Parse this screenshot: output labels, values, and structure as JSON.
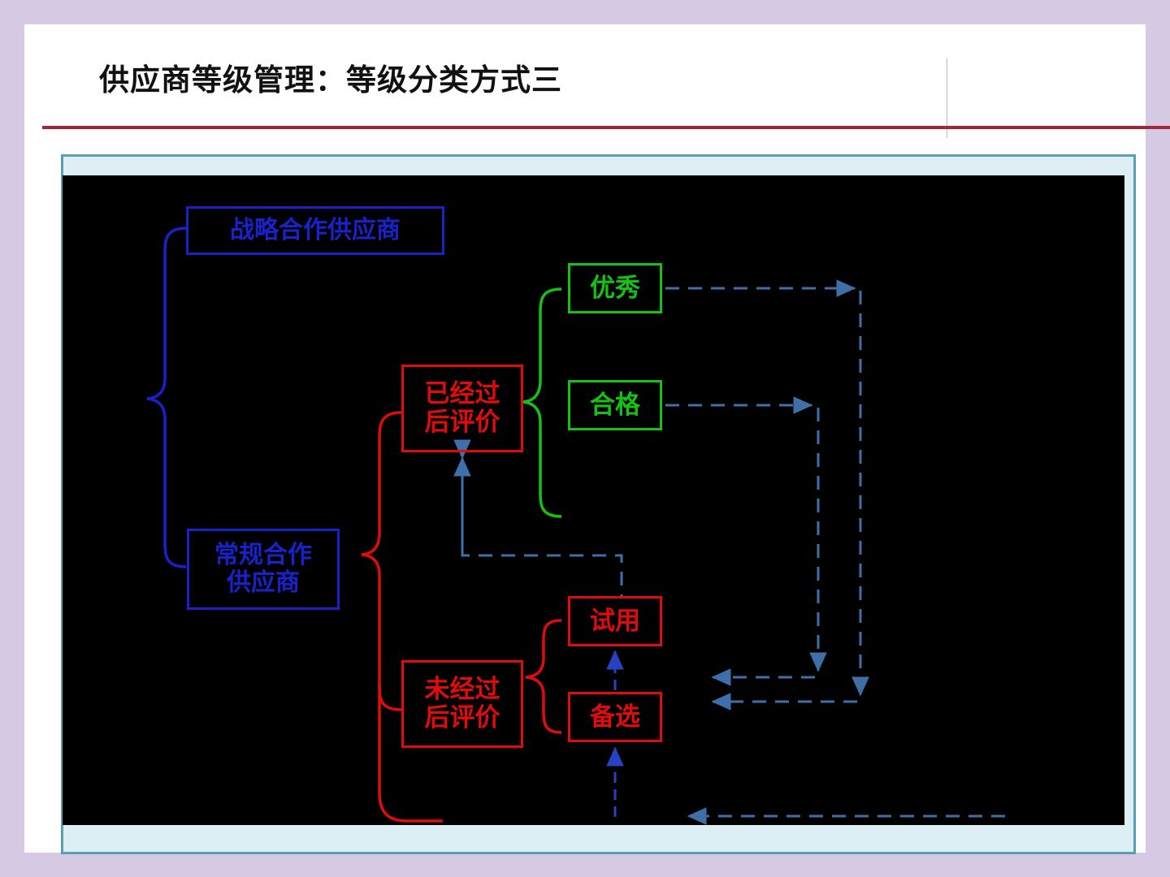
{
  "slide": {
    "title": "供应商等级管理：等级分类方式三",
    "accent_rule_color": "#a32733",
    "outer_border_color": "#d6c9e3",
    "frame_border_color": "#58a0b0",
    "frame_fill_color": "#ddeef4",
    "canvas_background": "#000000"
  },
  "diagram": {
    "colors": {
      "supplier_tier": "#1822c8",
      "evaluation_state": "#e00c0c",
      "positive_grade": "#14c214",
      "flow_arrow": "#3f6fa8",
      "upgrade_arrow": "#2742c0"
    },
    "nodes": [
      {
        "id": "strategic",
        "label": "战略合作供应商",
        "color_role": "supplier_tier"
      },
      {
        "id": "regular",
        "label": "常规合作\n供应商",
        "color_role": "supplier_tier"
      },
      {
        "id": "evaluated",
        "label": "已经过\n后评价",
        "color_role": "evaluation_state"
      },
      {
        "id": "unevaluated",
        "label": "未经过\n后评价",
        "color_role": "evaluation_state"
      },
      {
        "id": "excellent",
        "label": "优秀",
        "color_role": "positive_grade"
      },
      {
        "id": "qualified",
        "label": "合格",
        "color_role": "positive_grade"
      },
      {
        "id": "trial",
        "label": "试用",
        "color_role": "evaluation_state"
      },
      {
        "id": "backup",
        "label": "备选",
        "color_role": "evaluation_state"
      }
    ],
    "brackets": [
      {
        "id": "tier-bracket",
        "color_role": "supplier_tier",
        "groups": [
          "strategic",
          "regular"
        ]
      },
      {
        "id": "evaluation-bracket",
        "color_role": "evaluation_state",
        "groups": [
          "evaluated",
          "unevaluated"
        ]
      },
      {
        "id": "grade-bracket",
        "color_role": "positive_grade",
        "groups": [
          "excellent",
          "qualified"
        ]
      },
      {
        "id": "untested-bracket",
        "color_role": "evaluation_state",
        "groups": [
          "trial",
          "backup"
        ]
      }
    ],
    "flows": [
      {
        "id": "excellent-feedback",
        "from": "excellent",
        "direction": "right-down-left"
      },
      {
        "id": "qualified-feedback",
        "from": "qualified",
        "direction": "right-down-left"
      },
      {
        "id": "reevaluation-loop",
        "to": "evaluated",
        "direction": "up"
      },
      {
        "id": "backup-to-trial",
        "from": "backup",
        "to": "trial",
        "direction": "up"
      },
      {
        "id": "bottom-return",
        "direction": "left"
      }
    ]
  }
}
